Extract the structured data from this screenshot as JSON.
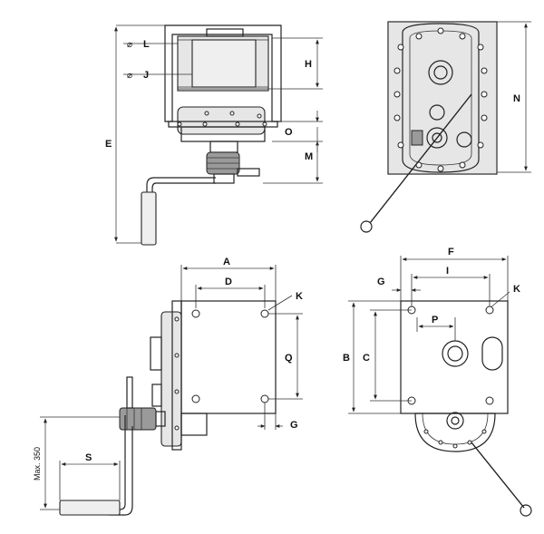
{
  "labels": {
    "L": "L",
    "J": "J",
    "H": "H",
    "O": "O",
    "M": "M",
    "E": "E",
    "N": "N",
    "A": "A",
    "D": "D",
    "K": "K",
    "Q": "Q",
    "G": "G",
    "S": "S",
    "max": "Max. 350",
    "F": "F",
    "I": "I",
    "K2": "K",
    "G2": "G",
    "P": "P",
    "B": "B",
    "C": "C"
  },
  "symbols": {
    "diameter": "⌀"
  }
}
